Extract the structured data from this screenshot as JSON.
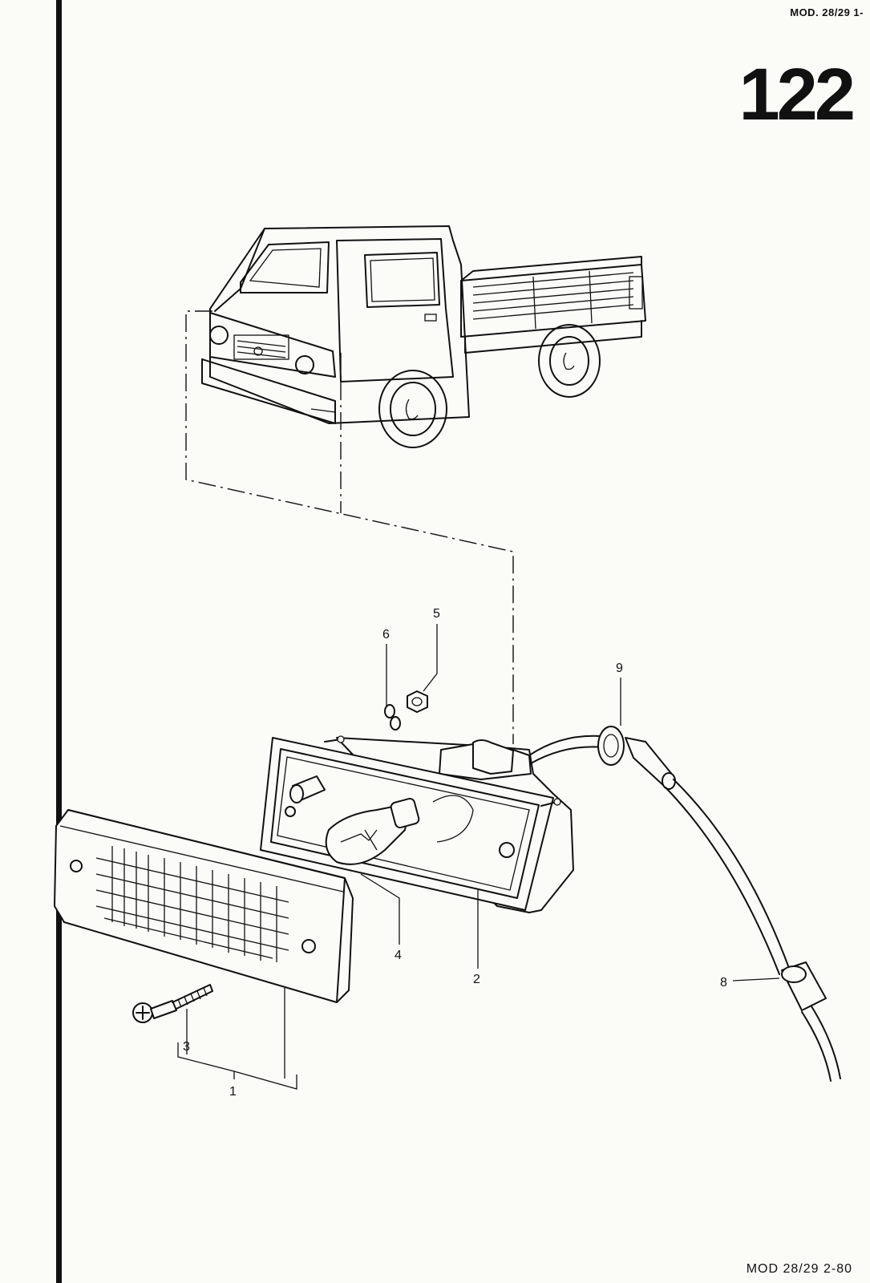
{
  "header": {
    "model_code": "MOD. 28/29 1-",
    "page_number": "122"
  },
  "footer": {
    "model_date": "MOD 28/29  2-80"
  },
  "callouts": {
    "c1": "1",
    "c2": "2",
    "c3": "3",
    "c4": "4",
    "c5": "5",
    "c6": "6",
    "c8": "8",
    "c9": "9"
  }
}
